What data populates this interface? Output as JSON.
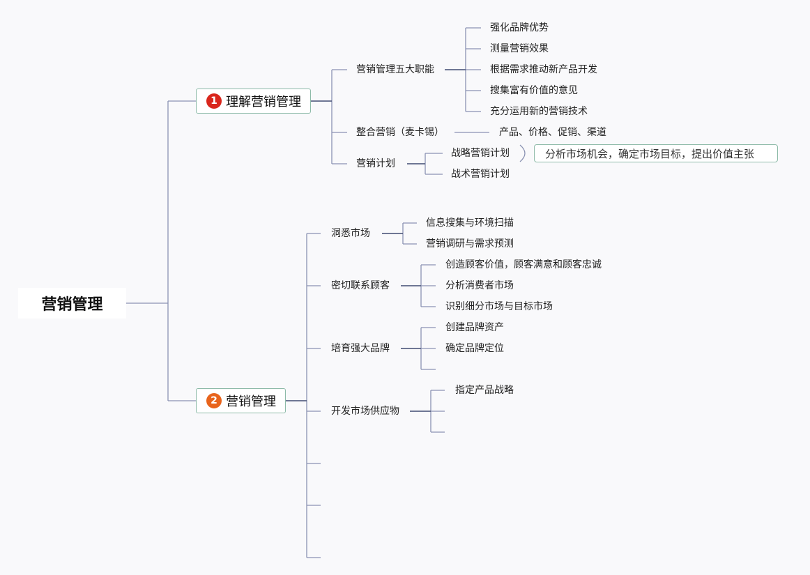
{
  "root": "营销管理",
  "branch1": {
    "number": "1",
    "label": "理解营销管理",
    "badge_color": "#d9261c",
    "children": [
      {
        "label": "营销管理五大职能",
        "items": [
          "强化品牌优势",
          "测量营销效果",
          "根据需求推动新产品开发",
          "搜集富有价值的意见",
          "充分运用新的营销技术"
        ]
      },
      {
        "label": "整合营销（麦卡锡）",
        "items": [
          "产品、价格、促销、渠道"
        ]
      },
      {
        "label": "营销计划",
        "items": [
          "战略营销计划",
          "战术营销计划"
        ],
        "note": "分析市场机会，确定市场目标，提出价值主张"
      }
    ]
  },
  "branch2": {
    "number": "2",
    "label": "营销管理",
    "badge_color": "#e8641c",
    "children": [
      {
        "label": "洞悉市场",
        "items": [
          "信息搜集与环境扫描",
          "营销调研与需求预测"
        ]
      },
      {
        "label": "密切联系顾客",
        "items": [
          "创造顾客价值，顾客满意和顾客忠诚",
          "分析消费者市场",
          "识别细分市场与目标市场"
        ]
      },
      {
        "label": "培育强大品牌",
        "items": [
          "创建品牌资产",
          "确定品牌定位",
          ""
        ]
      },
      {
        "label": "开发市场供应物",
        "items": [
          "指定产品战略",
          "",
          ""
        ]
      },
      {
        "label": "",
        "items": []
      },
      {
        "label": "",
        "items": []
      },
      {
        "label": "",
        "items": []
      }
    ]
  },
  "colors": {
    "line": "#8a92b2",
    "line_dark": "#4a5478",
    "node_border": "#8dbaa8",
    "background": "#f9f9fb"
  }
}
